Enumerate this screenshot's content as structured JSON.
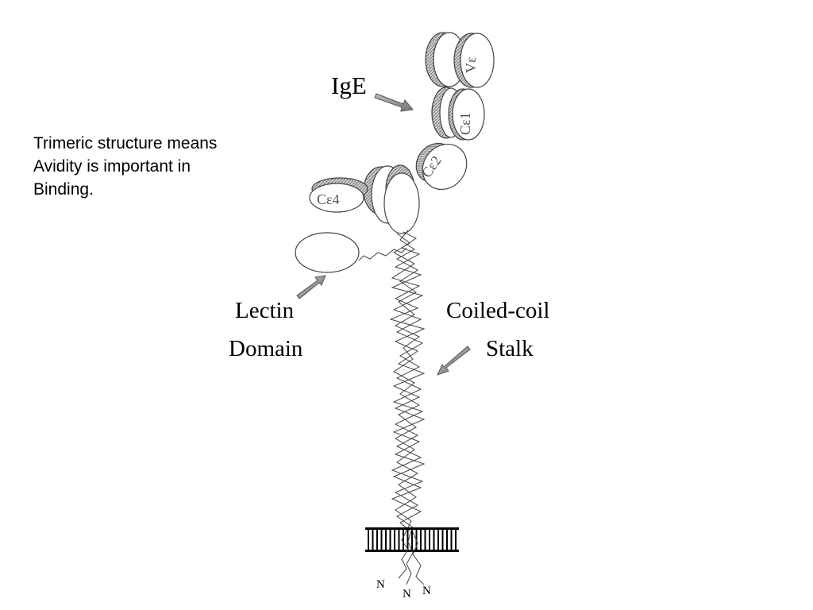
{
  "caption": {
    "lines": [
      "Trimeric structure means",
      "Avidity is important in",
      "Binding."
    ]
  },
  "labels": {
    "ige": "IgE",
    "lectin_line1": "Lectin",
    "lectin_line2": "Domain",
    "stalk_line1": "Coiled-coil",
    "stalk_line2": "Stalk",
    "n_terminus": "N"
  },
  "domains": {
    "v_label": "Vε",
    "c1_label": "Cε1",
    "c2_label": "Cε2",
    "c4_label": "Cε4"
  },
  "colors": {
    "text": "#000000",
    "outline": "#444444",
    "hatch": "#9a9a9a"
  }
}
